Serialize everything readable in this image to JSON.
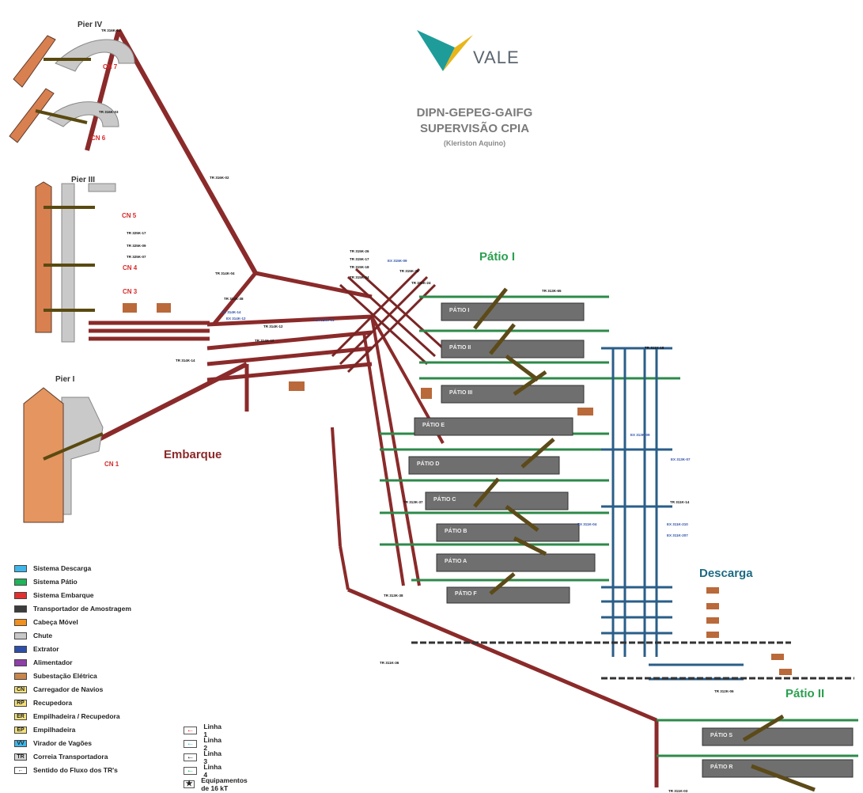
{
  "header": {
    "brand": "VALE",
    "title_1": "DIPN-GEPEG-GAIFG",
    "title_2": "SUPERVISÃO CPIA",
    "author": "(Kleriston Aquino)",
    "logo_colors": {
      "left": "#1e9c9a",
      "right": "#e9b61a"
    }
  },
  "piers": {
    "pier_iv": "Pier IV",
    "pier_iii": "Pier III",
    "pier_i": "Pier I"
  },
  "zones": {
    "embarque": "Embarque",
    "patio_i": "Pátio I",
    "descarga": "Descarga",
    "patio_ii": "Pátio II"
  },
  "ship_loaders": {
    "cn7": "CN 7",
    "cn6": "CN 6",
    "cn5": "CN 5",
    "cn4": "CN 4",
    "cn3": "CN 3",
    "cn1": "CN 1"
  },
  "yards": [
    "PÁTIO I",
    "PÁTIO II",
    "PÁTIO III",
    "PÁTIO E",
    "PÁTIO D",
    "PÁTIO C",
    "PÁTIO B",
    "PÁTIO A",
    "PÁTIO F",
    "PÁTIO S",
    "PÁTIO R"
  ],
  "conveyor_labels": {
    "tr316k01": "TR 316K-01",
    "tr316k03": "TR 316K-03",
    "tr316k02": "TR 316K-02",
    "tr325k17": "TR 325K-17",
    "tr325k09": "TR 325K-09",
    "tr325k07": "TR 325K-07",
    "tr314k04": "TR 314K-04",
    "tr314k38": "TR 314K-38",
    "tr315k26": "TR 315K-26",
    "tr315k17": "TR 315K-17",
    "tr315k18": "TR 315K-18",
    "tr315k04": "TR 315K-04",
    "tr315k25": "TR 315K-25",
    "tr315k24": "TR 315K-24",
    "tr313k65": "TR 313K-65",
    "tr314k12": "TR 314K-12",
    "tr314k10": "TR 314K-10",
    "tr314k14": "TR 314K-14",
    "tr313k37": "TR 313K-37",
    "tr313k38": "TR 313K-38",
    "tr311k36": "TR 311K-36",
    "tr311k18": "TR 311K-18",
    "tr311k14": "TR 311K-14",
    "tr311k03": "TR 311K-03",
    "tr312k06": "TR 312K-06"
  },
  "extractor_labels": {
    "ex314k14": "EX 314K-14",
    "ex314k12": "EX 314K-12",
    "ex314k01": "EX 314K-01",
    "ex315k09": "EX 315K-09",
    "ex313k07": "EX 313K-07",
    "ex313k09": "EX 313K-09",
    "ex311k04": "EX 311K-04",
    "ex311k210": "EX 311K-210",
    "ex311k207": "EX 311K-207"
  },
  "legend": [
    {
      "code": "",
      "label": "Sistema Descarga",
      "color": "#3fb6ea"
    },
    {
      "code": "",
      "label": "Sistema Pátio",
      "color": "#1fb35a"
    },
    {
      "code": "",
      "label": "Sistema Embarque",
      "color": "#e3302f"
    },
    {
      "code": "",
      "label": "Transportador de Amostragem",
      "color": "#3c3c3c"
    },
    {
      "code": "",
      "label": "Cabeça Móvel",
      "color": "#f0901e"
    },
    {
      "code": "",
      "label": "Chute",
      "color": "#c8c8c8"
    },
    {
      "code": "",
      "label": "Extrator",
      "color": "#2d4fa8"
    },
    {
      "code": "",
      "label": "Alimentador",
      "color": "#8e3fa8"
    },
    {
      "code": "",
      "label": "Subestação Elétrica",
      "color": "#c9854a"
    },
    {
      "code": "CN",
      "label": "Carregador de Navios",
      "color": "#f4e27a"
    },
    {
      "code": "RP",
      "label": "Recupedora",
      "color": "#f4e27a"
    },
    {
      "code": "ER",
      "label": "Empilhadeira / Recupedora",
      "color": "#f4e27a"
    },
    {
      "code": "EP",
      "label": "Empilhadeira",
      "color": "#f4e27a"
    },
    {
      "code": "VV",
      "label": "Virador de Vagões",
      "color": "#3fb6ea"
    },
    {
      "code": "TR",
      "label": "Correia Transportadora",
      "color": "#d6d6d6"
    },
    {
      "code": "←",
      "label": "Sentido do Fluxo dos TR's",
      "color": "#ffffff"
    }
  ],
  "line_legend": [
    {
      "label": "Linha 1",
      "color": "#e3302f",
      "arrow": "←"
    },
    {
      "label": "Linha 2",
      "color": "#3fb6ea",
      "arrow": "←"
    },
    {
      "label": "Linha 3",
      "color": "#222222",
      "arrow": "←"
    },
    {
      "label": "Linha 4",
      "color": "#1fb35a",
      "arrow": "←"
    },
    {
      "label": "Equipamentos de 16 kT",
      "color": "#222222",
      "arrow": "★"
    }
  ]
}
